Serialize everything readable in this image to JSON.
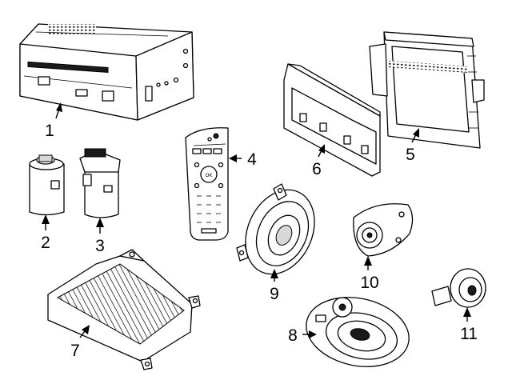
{
  "callouts": {
    "c1": "1",
    "c2": "2",
    "c3": "3",
    "c4": "4",
    "c5": "5",
    "c6": "6",
    "c7": "7",
    "c8": "8",
    "c9": "9",
    "c10": "10",
    "c11": "11"
  },
  "remote_labels": {
    "key_ok": "OK"
  },
  "colors": {
    "stroke": "#000000",
    "background": "#ffffff"
  }
}
